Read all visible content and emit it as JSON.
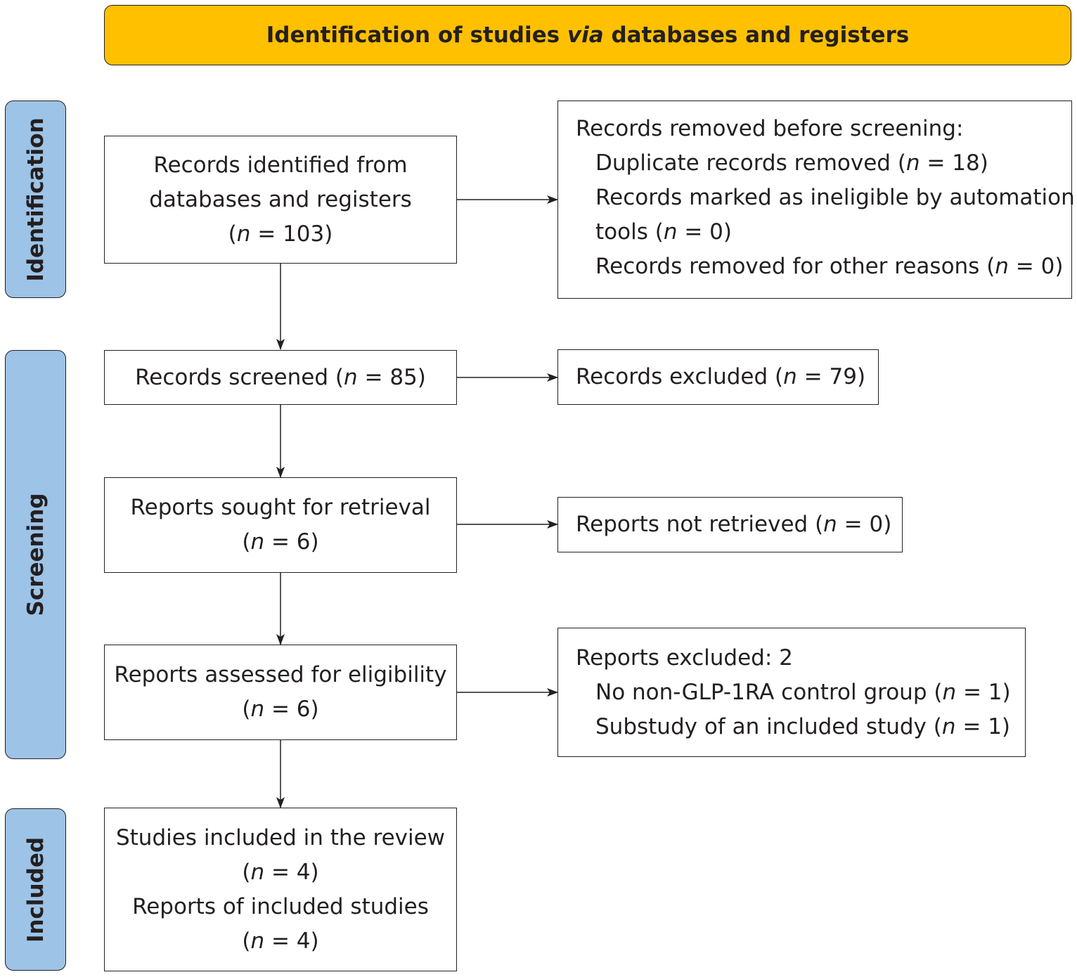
{
  "header": {
    "before": "Identification of studies ",
    "italic": "via",
    "after": " databases and registers"
  },
  "phases": {
    "identification": "Identification",
    "screening": "Screening",
    "included": "Included"
  },
  "n_symbol": "n",
  "records_identified": {
    "line1": "Records identified from",
    "line2": "databases and registers",
    "count": "103"
  },
  "records_removed": {
    "title": "Records removed before screening:",
    "duplicate": {
      "label": "Duplicate records removed",
      "count": "18"
    },
    "ineligible": {
      "label_line1": "Records marked as ineligible by automation",
      "label_line2": "tools",
      "count": "0"
    },
    "other": {
      "label": "Records removed for other reasons",
      "count": "0"
    }
  },
  "records_screened": {
    "label": "Records screened",
    "count": "85"
  },
  "records_excluded": {
    "label": "Records excluded",
    "count": "79"
  },
  "reports_sought": {
    "label": "Reports sought for retrieval",
    "count": "6"
  },
  "reports_not_retrieved": {
    "label": "Reports not retrieved",
    "count": "0"
  },
  "reports_assessed": {
    "label": "Reports assessed for eligibility",
    "count": "6"
  },
  "reports_excluded": {
    "title": "Reports excluded: 2",
    "no_control": {
      "label": "No non-GLP-1RA control group",
      "count": "1"
    },
    "substudy": {
      "label": "Substudy of an included study",
      "count": "1"
    }
  },
  "included": {
    "studies_label": "Studies included in the review",
    "studies_count": "4",
    "reports_label": "Reports of included studies",
    "reports_count": "4"
  }
}
